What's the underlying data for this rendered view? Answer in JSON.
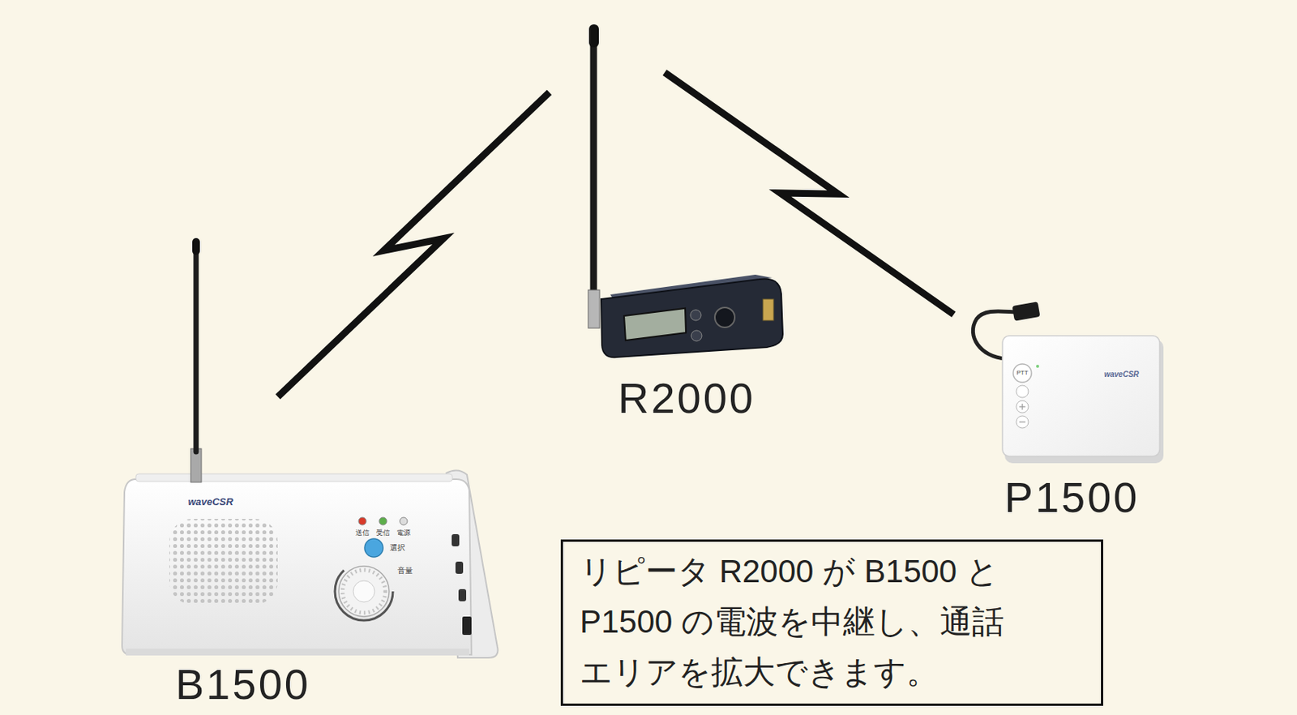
{
  "diagram": {
    "nodes": [
      {
        "text": [
          "R2000"
        ]
      },
      {
        "text": [
          "P1500"
        ]
      },
      {
        "text": [
          "B1500"
        ]
      },
      {
        "text": [
          "リピータ R2000 が B1500 と P1500 の電波を中継し、通話 エリアを拡大できます。"
        ]
      }
    ],
    "edges": [
      {
        "from": 2,
        "to": 0,
        "arrow": "none"
      },
      {
        "from": 0,
        "to": 1,
        "arrow": "none"
      }
    ],
    "labels": [
      "waveCSR",
      "送信",
      "受信",
      "電源",
      "選択",
      "音量",
      "PTT",
      "waveCSR"
    ]
  }
}
